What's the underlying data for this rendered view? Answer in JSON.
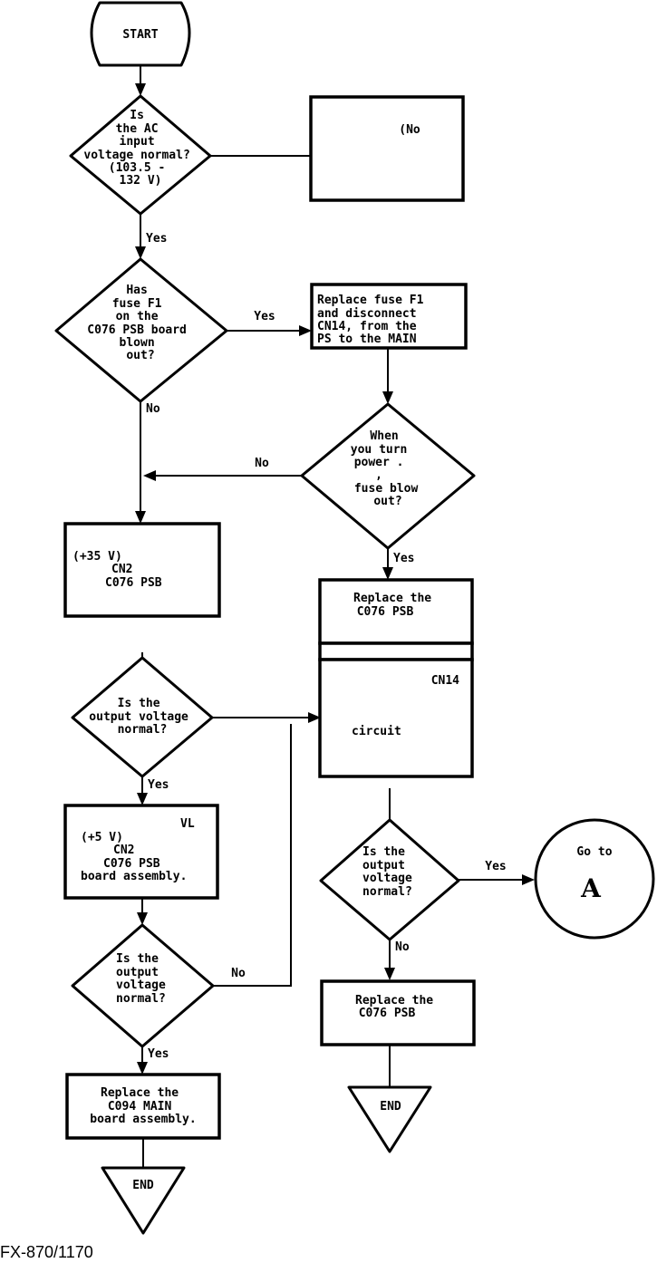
{
  "start": {
    "label": "START"
  },
  "decision_ac": {
    "lines": [
      "Is",
      "the AC",
      "input",
      "voltage normal?",
      "(103.5 -",
      "132 V)"
    ]
  },
  "box_ac_no": {
    "lines": [
      "(No"
    ]
  },
  "edge_ac_yes": "Yes",
  "decision_fuse": {
    "lines": [
      "Has",
      "fuse F1",
      "on the",
      "C076 PSB board",
      "blown",
      "out?"
    ]
  },
  "edge_fuse_yes": "Yes",
  "edge_fuse_no": "No",
  "box_replace_fuse": {
    "lines": [
      "Replace fuse F1",
      "and disconnect",
      "CN14, from the",
      "PS to the MAIN"
    ]
  },
  "decision_power": {
    "lines": [
      "When",
      "you turn",
      "power   .",
      "       ,",
      "fuse blow",
      "out?"
    ]
  },
  "edge_power_no": "No",
  "edge_power_yes": "Yes",
  "box_35v": {
    "lines": [
      "(+35 V)",
      "CN2",
      "C076 PSB"
    ]
  },
  "box_replace_psb_1": {
    "lines": [
      "Replace the",
      "C076 PSB"
    ]
  },
  "box_cn14": {
    "lines": [
      "CN14",
      "circuit"
    ]
  },
  "decision_out1": {
    "lines": [
      "Is the",
      "output voltage",
      "normal?"
    ]
  },
  "edge_out1_yes": "Yes",
  "box_5v": {
    "lines": [
      "VL",
      "(+5 V)",
      "CN2",
      "C076 PSB",
      "board assembly."
    ]
  },
  "decision_out2": {
    "lines": [
      "Is the",
      "output",
      "voltage",
      "normal?"
    ]
  },
  "edge_out2_no": "No",
  "edge_out2_yes": "Yes",
  "box_replace_main": {
    "lines": [
      "Replace the",
      "C094 MAIN",
      "board assembly."
    ]
  },
  "end_left": {
    "label": "END"
  },
  "decision_out3": {
    "lines": [
      "Is the",
      "output",
      "voltage",
      "normal?"
    ]
  },
  "edge_out3_yes": "Yes",
  "edge_out3_no": "No",
  "connector_a": {
    "top": "Go to",
    "letter": "A"
  },
  "box_replace_psb_2": {
    "lines": [
      "Replace the",
      "C076 PSB"
    ]
  },
  "end_right": {
    "label": "END"
  },
  "footer": {
    "model": "FX-870/1170"
  }
}
